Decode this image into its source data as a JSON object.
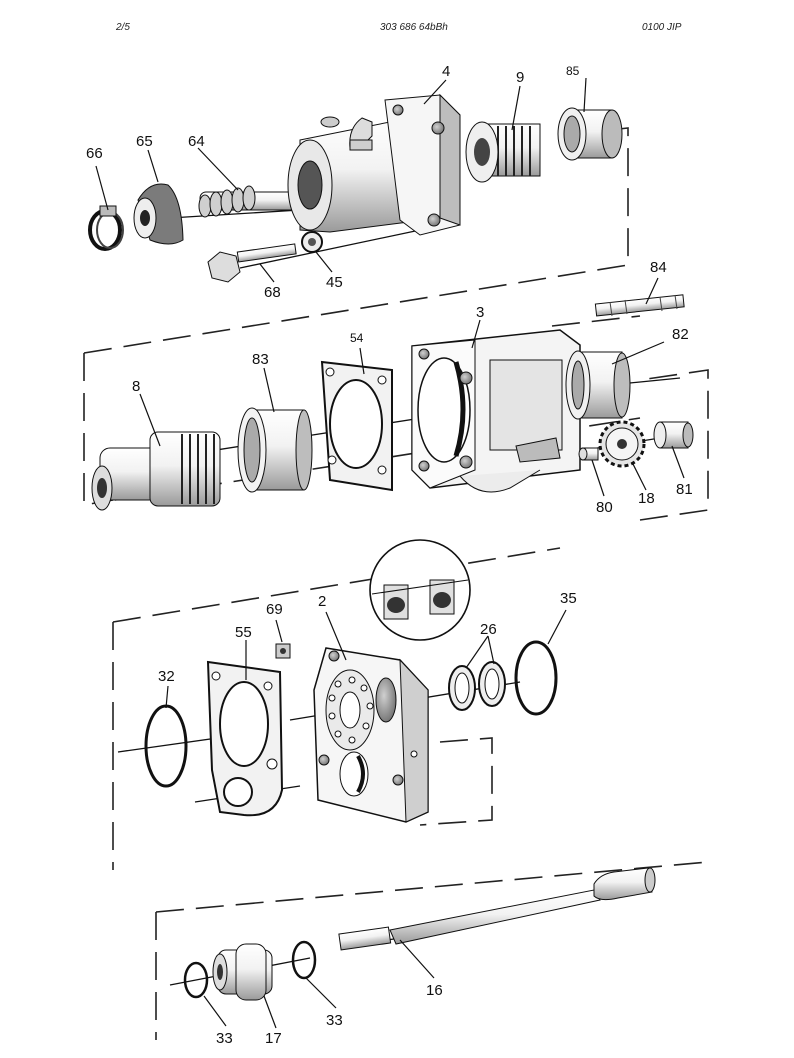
{
  "header": {
    "page": "2/5",
    "doc_number": "303 686 64bBh",
    "revision": "0100 JIP"
  },
  "callouts": {
    "c4": "4",
    "c9": "9",
    "c85": "85",
    "c66": "66",
    "c65": "65",
    "c64": "64",
    "c68": "68",
    "c45": "45",
    "c84": "84",
    "c3": "3",
    "c54": "54",
    "c82": "82",
    "c83": "83",
    "c8": "8",
    "c80": "80",
    "c18": "18",
    "c81": "81",
    "c69": "69",
    "c2": "2",
    "c55": "55",
    "c26": "26",
    "c35": "35",
    "c32": "32",
    "c16": "16",
    "c33a": "33",
    "c17": "17",
    "c33b": "33"
  }
}
